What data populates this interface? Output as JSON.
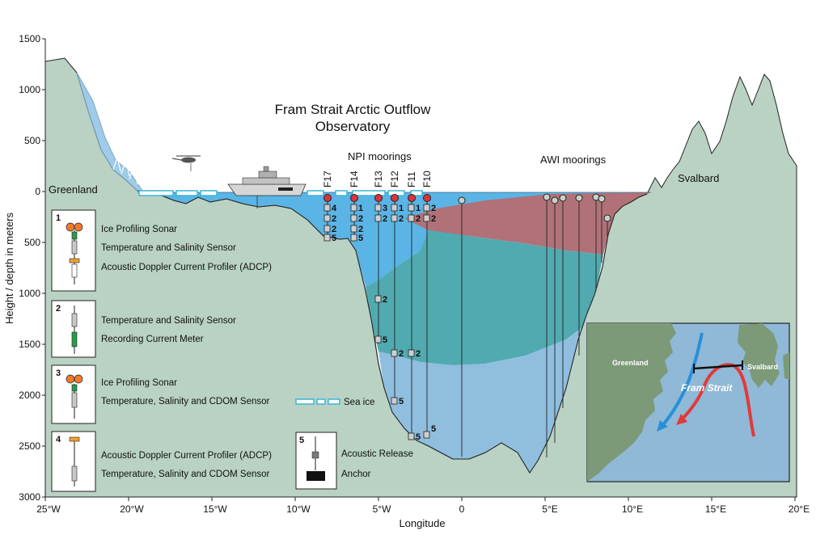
{
  "title_line1": "Fram Strait Arctic Outflow",
  "title_line2": "Observatory",
  "axes": {
    "ylabel": "Height / depth in meters",
    "xlabel": "Longitude",
    "yticks": [
      "1500",
      "1000",
      "500",
      "0",
      "500",
      "1000",
      "1500",
      "2000",
      "2500",
      "3000"
    ],
    "xticks": [
      "25°W",
      "20°W",
      "15°W",
      "10°W",
      "5°W",
      "0",
      "5°E",
      "10°E",
      "15°E",
      "20°E"
    ]
  },
  "places": {
    "greenland": "Greenland",
    "svalbard": "Svalbard"
  },
  "groups": {
    "npi": "NPI moorings",
    "awi": "AWI moorings"
  },
  "moorings": [
    "F17",
    "F14",
    "F13",
    "F12",
    "F11",
    "F10"
  ],
  "instrument_numbers": {
    "f17": [
      "4",
      "2",
      "2",
      "5"
    ],
    "f14": [
      "1",
      "2",
      "2",
      "5"
    ],
    "f13": [
      "3",
      "2",
      "2",
      "5"
    ],
    "f12": [
      "1",
      "2",
      "2",
      "5"
    ],
    "f11": [
      "1",
      "2",
      "2",
      "5"
    ],
    "f10": [
      "2",
      "2",
      "5"
    ]
  },
  "legend": {
    "box1": {
      "num": "1",
      "items": [
        "Ice Profiling Sonar",
        "Temperature and Salinity Sensor",
        "Acoustic Doppler Current Profiler (ADCP)"
      ]
    },
    "box2": {
      "num": "2",
      "items": [
        "Temperature and Salinity Sensor",
        "Recording Current Meter"
      ]
    },
    "box3": {
      "num": "3",
      "items": [
        "Ice Profiling Sonar",
        "Temperature, Salinity and CDOM Sensor"
      ]
    },
    "box4": {
      "num": "4",
      "items": [
        "Acoustic Doppler Current Profiler (ADCP)",
        "Temperature, Salinity and CDOM Sensor"
      ]
    },
    "box5": {
      "num": "5",
      "items": [
        "Acoustic Release",
        "Anchor"
      ]
    },
    "sea_ice": "Sea ice"
  },
  "inset_map": {
    "greenland": "Greenland",
    "svalbard": "Svalbard",
    "strait": "Fram Strait"
  },
  "colors": {
    "land": "#b9d2c3",
    "land_dark": "#a8c5b4",
    "polar_surface": "#5ab4e5",
    "atlantic": "#b07278",
    "deep_teal": "#50aaaf",
    "deep_blue": "#8fbedf",
    "glacier": "#9fcbe8",
    "buoy_red": "#e0323a",
    "buoy_grey": "#c8d0c8",
    "sea_ice": "#38b6d8",
    "arrow_blue": "#2a8fd8",
    "arrow_red": "#e03a3a",
    "map_sea": "#8fb9d6",
    "map_land": "#7c9a78"
  }
}
